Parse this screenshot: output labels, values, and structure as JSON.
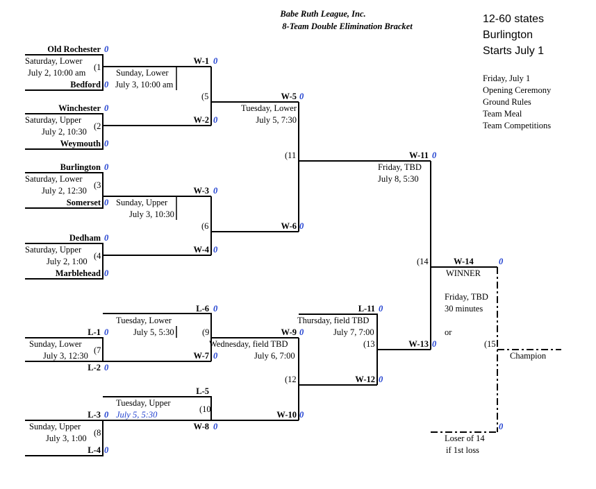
{
  "header": {
    "title": "Babe Ruth League, Inc.",
    "subtitle": "8-Team Double Elimination Bracket",
    "info_line1": "12-60 states",
    "info_line2": "Burlington",
    "info_line3": "Starts July 1"
  },
  "schedule": {
    "items": [
      "Friday, July 1",
      "Opening Ceremony",
      "Ground Rules",
      "Team Meal",
      "Team Competitions"
    ]
  },
  "score_default": "0",
  "teams": {
    "t1": "Old Rochester",
    "t2": "Bedford",
    "t3": "Winchester",
    "t4": "Weymouth",
    "t5": "Burlington",
    "t6": "Somerset",
    "t7": "Dedham",
    "t8": "Marblehead"
  },
  "winners": {
    "w1": "W-1",
    "w2": "W-2",
    "w3": "W-3",
    "w4": "W-4",
    "w5": "W-5",
    "w6": "W-6",
    "w7": "W-7",
    "w8": "W-8",
    "w9": "W-9",
    "w10": "W-10",
    "w11": "W-11",
    "w12": "W-12",
    "w13": "W-13",
    "w14": "W-14"
  },
  "losers": {
    "l1": "L-1",
    "l2": "L-2",
    "l3": "L-3",
    "l4": "L-4",
    "l5": "L-5",
    "l6": "L-6",
    "l11": "L-11"
  },
  "games": {
    "g1": {
      "num": "(1",
      "day": "Saturday, Lower",
      "time": "July 2, 10:00 am"
    },
    "g2": {
      "num": "(2",
      "day": "Saturday, Upper",
      "time": "July 2, 10:30"
    },
    "g3": {
      "num": "(3",
      "day": "Saturday, Lower",
      "time": "July 2, 12:30"
    },
    "g4": {
      "num": "(4",
      "day": "Saturday, Upper",
      "time": "July 2, 1:00"
    },
    "g5": {
      "num": "(5",
      "day": "Sunday, Lower",
      "time": "July 3, 10:00 am"
    },
    "g6": {
      "num": "(6",
      "day": "Sunday, Upper",
      "time": "July 3, 10:30"
    },
    "g7": {
      "num": "(7",
      "day": "Sunday, Lower",
      "time": "July 3, 12:30"
    },
    "g8": {
      "num": "(8",
      "day": "Sunday, Upper",
      "time": "July 3, 1:00"
    },
    "g9": {
      "num": "(9",
      "day": "Tuesday, Lower",
      "time": "July 5, 5:30"
    },
    "g10": {
      "num": "(10",
      "day": "Tuesday, Upper",
      "time": "July 5, 5:30"
    },
    "g11": {
      "num": "(11",
      "day": "Tuesday, Lower",
      "time": "July 5, 7:30"
    },
    "g12": {
      "num": "(12",
      "day": "Wednesday, field TBD",
      "time": "July 6, 7:00"
    },
    "g13": {
      "num": "(13",
      "day": "Thursday, field TBD",
      "time": "July 7, 7:00"
    },
    "g14": {
      "num": "(14",
      "day": "Friday, TBD",
      "time": "July 8, 5:30"
    },
    "g15": {
      "num": "(15",
      "day": "Friday, TBD",
      "time": "30 minutes",
      "or": "or"
    }
  },
  "final": {
    "winner_label": "WINNER",
    "champion_label": "Champion",
    "loser_note1": "Loser of 14",
    "loser_note2": "if 1st loss"
  }
}
